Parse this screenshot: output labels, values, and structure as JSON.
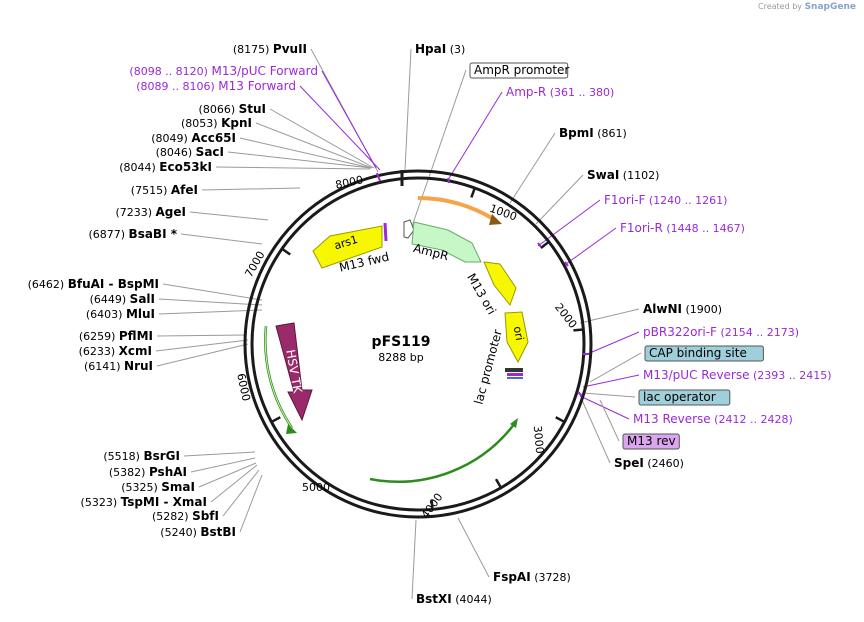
{
  "credit": {
    "prefix": "Created by",
    "brand": "SnapGene"
  },
  "plasmid": {
    "name": "pFS119",
    "size_label": "8288 bp",
    "length": 8288
  },
  "ticks": [
    "1000",
    "2000",
    "3000",
    "4000",
    "5000",
    "6000",
    "7000",
    "8000"
  ],
  "colors": {
    "site": "#000000",
    "primer": "#9a2ad6",
    "line": "#9a9a9a",
    "ring": "#1a1a1a",
    "ampr": "#c6f7c6",
    "ori": "#f7f700",
    "hsvtk": "#9a2a6a",
    "green_arc": "#2e8b1e",
    "orange_arc": "#f5a44a",
    "cap_fill": "#9fcfda",
    "m13rev_fill": "#dca6ee"
  },
  "labels": [
    {
      "name": "PvuII",
      "pos": "(8175)",
      "kind": "site",
      "side": "left"
    },
    {
      "name": "HpaI",
      "pos": "(3)",
      "kind": "site",
      "side": "right"
    },
    {
      "name": "AmpR promoter",
      "pos": "",
      "kind": "box-white",
      "side": "right"
    },
    {
      "name": "M13/pUC Forward",
      "pos": "(8098 .. 8120)",
      "kind": "primer",
      "side": "left"
    },
    {
      "name": "M13 Forward",
      "pos": "(8089 .. 8106)",
      "kind": "primer",
      "side": "left"
    },
    {
      "name": "Amp-R",
      "pos": "(361 .. 380)",
      "kind": "primer",
      "side": "right"
    },
    {
      "name": "StuI",
      "pos": "(8066)",
      "kind": "site",
      "side": "left"
    },
    {
      "name": "KpnI",
      "pos": "(8053)",
      "kind": "site",
      "side": "left"
    },
    {
      "name": "Acc65I",
      "pos": "(8049)",
      "kind": "site",
      "side": "left"
    },
    {
      "name": "SacI",
      "pos": "(8046)",
      "kind": "site",
      "side": "left"
    },
    {
      "name": "Eco53kI",
      "pos": "(8044)",
      "kind": "site",
      "side": "left"
    },
    {
      "name": "BpmI",
      "pos": "(861)",
      "kind": "site",
      "side": "right"
    },
    {
      "name": "SwaI",
      "pos": "(1102)",
      "kind": "site",
      "side": "right"
    },
    {
      "name": "AfeI",
      "pos": "(7515)",
      "kind": "site",
      "side": "left"
    },
    {
      "name": "F1ori-F",
      "pos": "(1240 .. 1261)",
      "kind": "primer",
      "side": "right"
    },
    {
      "name": "AgeI",
      "pos": "(7233)",
      "kind": "site",
      "side": "left"
    },
    {
      "name": "F1ori-R",
      "pos": "(1448 .. 1467)",
      "kind": "primer",
      "side": "right"
    },
    {
      "name": "BsaBI *",
      "pos": "(6877)",
      "kind": "site",
      "side": "left"
    },
    {
      "name": "BfuAI  - BspMI",
      "pos": "(6462)",
      "kind": "site",
      "side": "left"
    },
    {
      "name": "SalI",
      "pos": "(6449)",
      "kind": "site",
      "side": "left"
    },
    {
      "name": "MluI",
      "pos": "(6403)",
      "kind": "site",
      "side": "left"
    },
    {
      "name": "AlwNI",
      "pos": "(1900)",
      "kind": "site",
      "side": "right"
    },
    {
      "name": "pBR322ori-F",
      "pos": "(2154 .. 2173)",
      "kind": "primer",
      "side": "right"
    },
    {
      "name": "PflMI",
      "pos": "(6259)",
      "kind": "site",
      "side": "left"
    },
    {
      "name": "XcmI",
      "pos": "(6233)",
      "kind": "site",
      "side": "left"
    },
    {
      "name": "NruI",
      "pos": "(6141)",
      "kind": "site",
      "side": "left"
    },
    {
      "name": "CAP binding site",
      "pos": "",
      "kind": "box-cap",
      "side": "right"
    },
    {
      "name": "M13/pUC Reverse",
      "pos": "(2393 .. 2415)",
      "kind": "primer",
      "side": "right"
    },
    {
      "name": "lac operator",
      "pos": "",
      "kind": "box-cap",
      "side": "right"
    },
    {
      "name": "M13 Reverse",
      "pos": "(2412 .. 2428)",
      "kind": "primer",
      "side": "right"
    },
    {
      "name": "M13 rev",
      "pos": "",
      "kind": "box-rev",
      "side": "right"
    },
    {
      "name": "SpeI",
      "pos": "(2460)",
      "kind": "site",
      "side": "right"
    },
    {
      "name": "BsrGI",
      "pos": "(5518)",
      "kind": "site",
      "side": "left"
    },
    {
      "name": "PshAI",
      "pos": "(5382)",
      "kind": "site",
      "side": "left"
    },
    {
      "name": "SmaI",
      "pos": "(5325)",
      "kind": "site",
      "side": "left"
    },
    {
      "name": "TspMI  - XmaI",
      "pos": "(5323)",
      "kind": "site",
      "side": "left"
    },
    {
      "name": "SbfI",
      "pos": "(5282)",
      "kind": "site",
      "side": "left"
    },
    {
      "name": "BstBI",
      "pos": "(5240)",
      "kind": "site",
      "side": "left"
    },
    {
      "name": "FspAI",
      "pos": "(3728)",
      "kind": "site",
      "side": "right"
    },
    {
      "name": "BstXI",
      "pos": "(4044)",
      "kind": "site",
      "side": "right"
    }
  ],
  "features": {
    "ars1": "ars1",
    "m13fwd": "M13 fwd",
    "ampr": "AmpR",
    "m13ori": "M13 ori",
    "ori": "ori",
    "lacpromoter": "lac promoter",
    "hsvtk": "HSV TK"
  }
}
